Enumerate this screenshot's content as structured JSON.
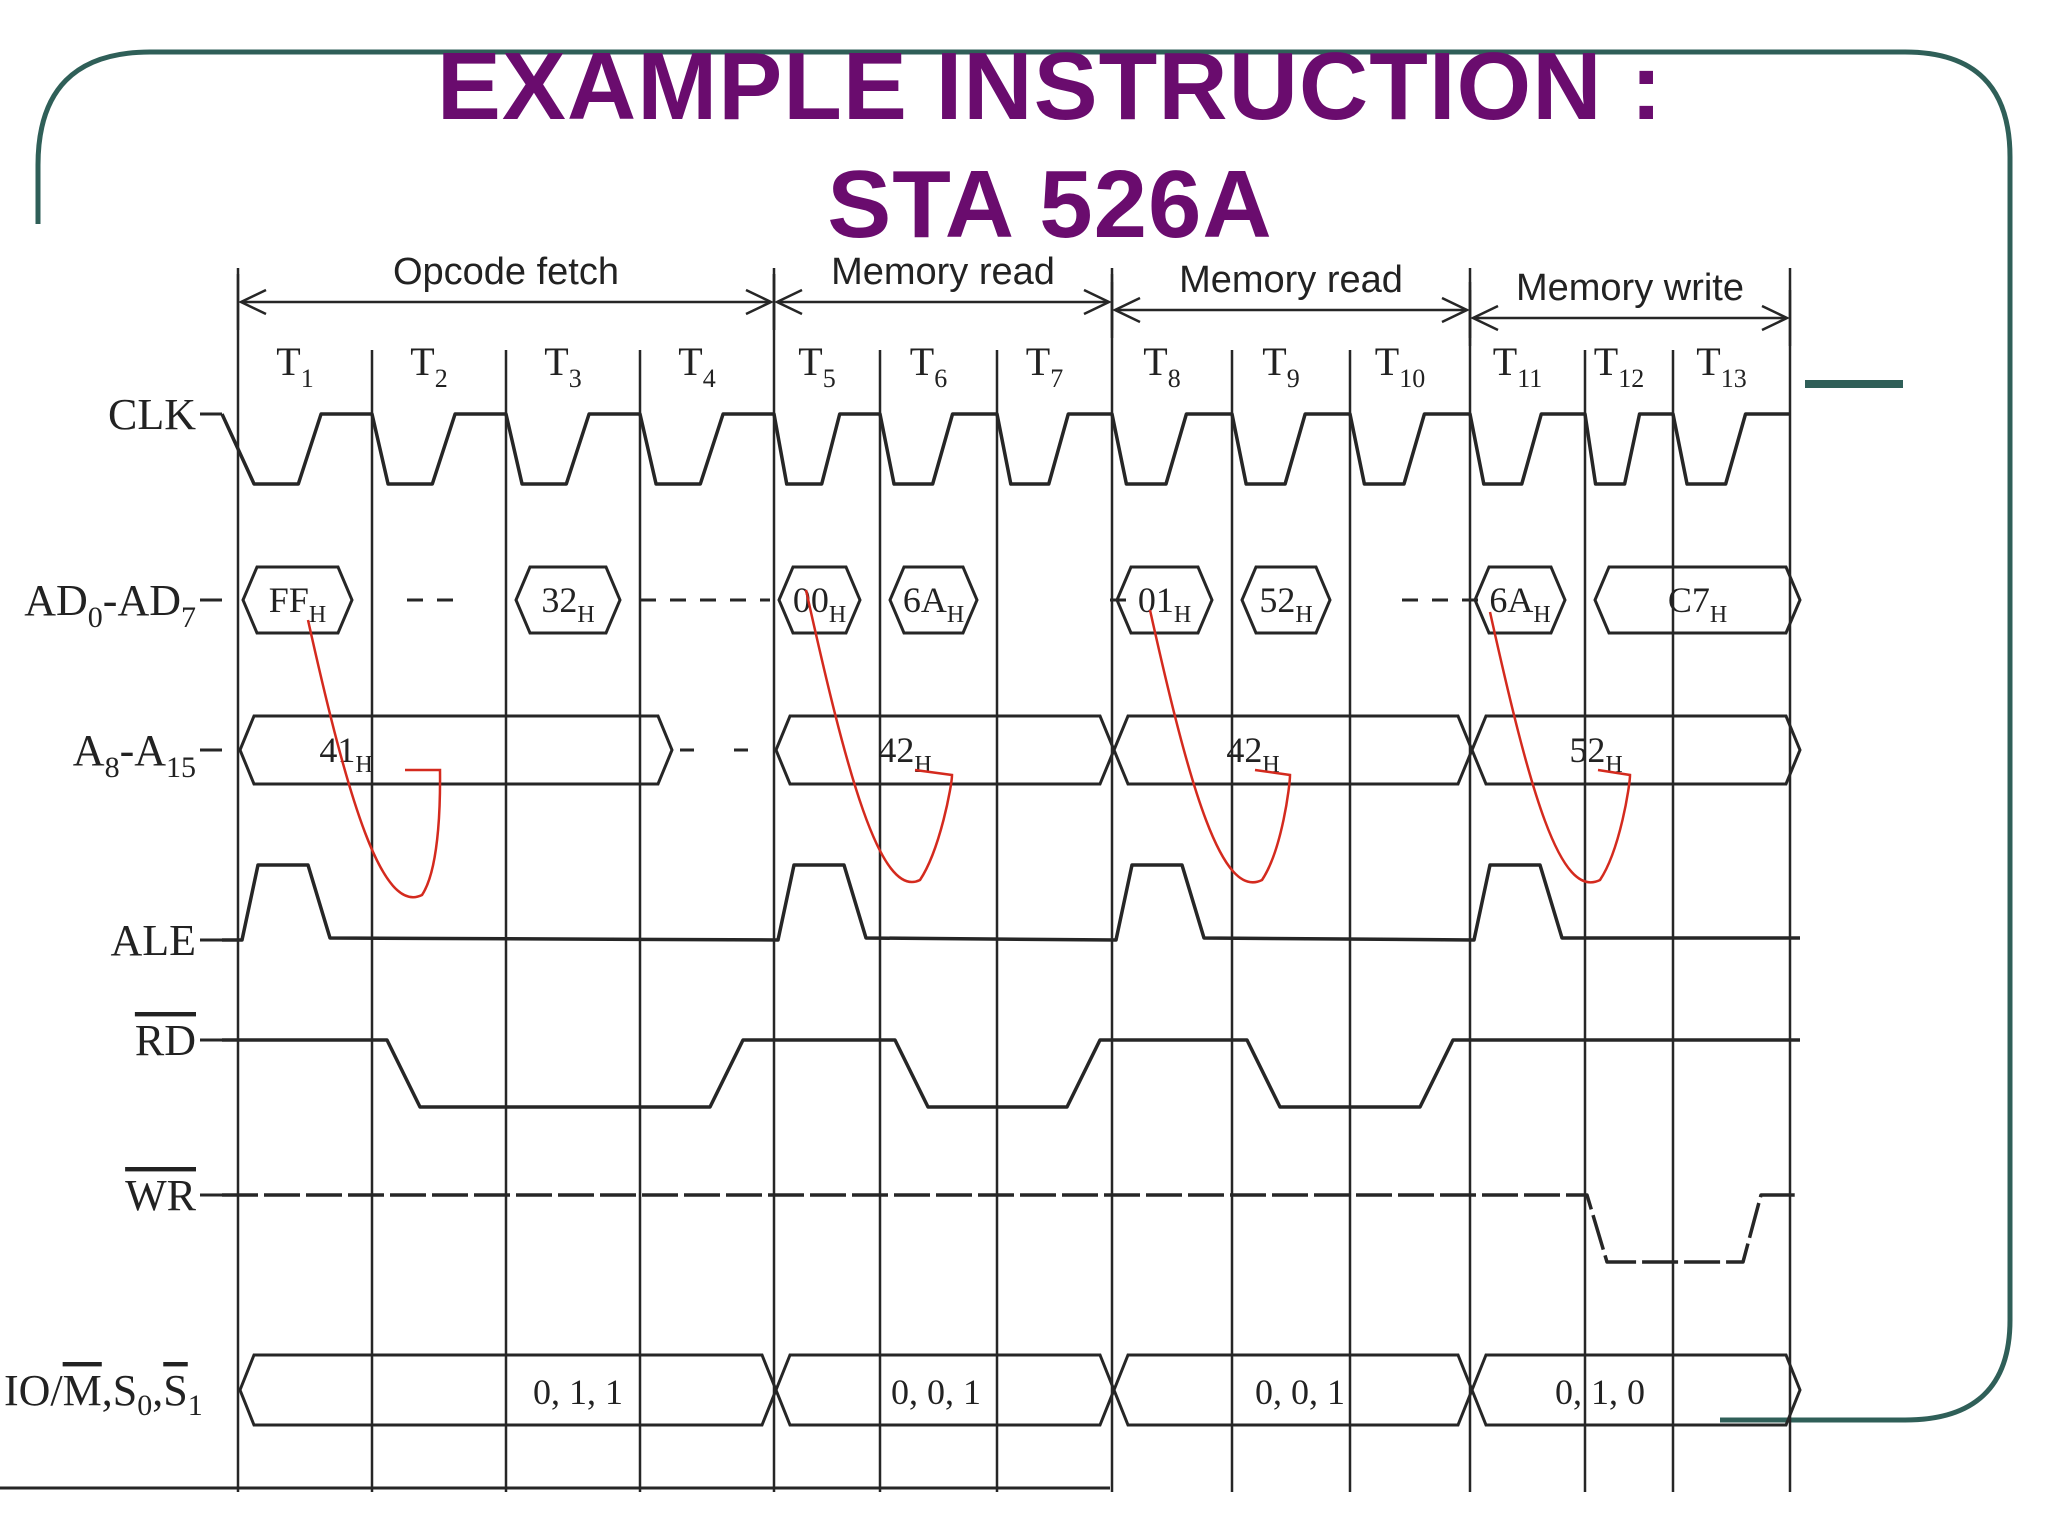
{
  "title": {
    "line1": "EXAMPLE INSTRUCTION :",
    "line2": "STA 526A",
    "color": "#6a0c6e"
  },
  "frame_color": "#2f5f58",
  "annotation_color": "#d42a1e",
  "phases": [
    {
      "label": "Opcode fetch",
      "from": 1,
      "to": 5
    },
    {
      "label": "Memory read",
      "from": 5,
      "to": 8
    },
    {
      "label": "Memory read",
      "from": 8,
      "to": 11
    },
    {
      "label": "Memory write",
      "from": 11,
      "to": 14
    }
  ],
  "t_states": [
    {
      "t": "T",
      "n": "1"
    },
    {
      "t": "T",
      "n": "2"
    },
    {
      "t": "T",
      "n": "3"
    },
    {
      "t": "T",
      "n": "4"
    },
    {
      "t": "T",
      "n": "5"
    },
    {
      "t": "T",
      "n": "6"
    },
    {
      "t": "T",
      "n": "7"
    },
    {
      "t": "T",
      "n": "8"
    },
    {
      "t": "T",
      "n": "9"
    },
    {
      "t": "T",
      "n": "10"
    },
    {
      "t": "T",
      "n": "11"
    },
    {
      "t": "T",
      "n": "12"
    },
    {
      "t": "T",
      "n": "13"
    }
  ],
  "signals": [
    {
      "key": "clk",
      "text": "CLK",
      "sub": "",
      "text2": "",
      "sub2": "",
      "overline": false
    },
    {
      "key": "ad",
      "text": "AD",
      "sub": "0",
      "text2": "-AD",
      "sub2": "7",
      "overline": false
    },
    {
      "key": "a",
      "text": "A",
      "sub": "8",
      "text2": "-A",
      "sub2": "15",
      "overline": false
    },
    {
      "key": "ale",
      "text": "ALE",
      "sub": "",
      "text2": "",
      "sub2": "",
      "overline": false
    },
    {
      "key": "rd",
      "text": "RD",
      "sub": "",
      "text2": "",
      "sub2": "",
      "overline": true
    },
    {
      "key": "wr",
      "text": "WR",
      "sub": "",
      "text2": "",
      "sub2": "",
      "overline": true
    }
  ],
  "status_signal": {
    "p1": "IO/",
    "p2": "M",
    "p3": ",S",
    "s0": "0",
    "p4": ",",
    "p5": "S",
    "s1": "1"
  },
  "ad_bus": [
    {
      "value": "FF",
      "sub": "H",
      "from": 1,
      "to": 2
    },
    {
      "value": "32",
      "sub": "H",
      "from": 3,
      "to": 4
    },
    {
      "value": "00",
      "sub": "H",
      "from": 5,
      "to": 6
    },
    {
      "value": "6A",
      "sub": "H",
      "from": 6,
      "to": 7
    },
    {
      "value": "01",
      "sub": "H",
      "from": 8,
      "to": 9
    },
    {
      "value": "52",
      "sub": "H",
      "from": 9,
      "to": 10
    },
    {
      "value": "6A",
      "sub": "H",
      "from": 11,
      "to": 12
    },
    {
      "value": "C7",
      "sub": "H",
      "from": 12,
      "to": 14
    }
  ],
  "a_bus": [
    {
      "value": "41",
      "sub": "H",
      "from": 1,
      "to": 4
    },
    {
      "value": "42",
      "sub": "H",
      "from": 5,
      "to": 8
    },
    {
      "value": "42",
      "sub": "H",
      "from": 8,
      "to": 11
    },
    {
      "value": "52",
      "sub": "H",
      "from": 11,
      "to": 14
    }
  ],
  "status_bus": [
    {
      "value": "0, 1, 1",
      "from": 1,
      "to": 5
    },
    {
      "value": "0, 0, 1",
      "from": 5,
      "to": 8
    },
    {
      "value": "0, 0, 1",
      "from": 8,
      "to": 11
    },
    {
      "value": "0, 1, 0",
      "from": 11,
      "to": 14
    }
  ],
  "ale_pulses": [
    1,
    5,
    8,
    11
  ],
  "rd_low": [
    [
      2,
      4
    ],
    [
      6,
      7
    ],
    [
      9,
      10
    ]
  ],
  "wr_low": [
    [
      12,
      13
    ]
  ]
}
